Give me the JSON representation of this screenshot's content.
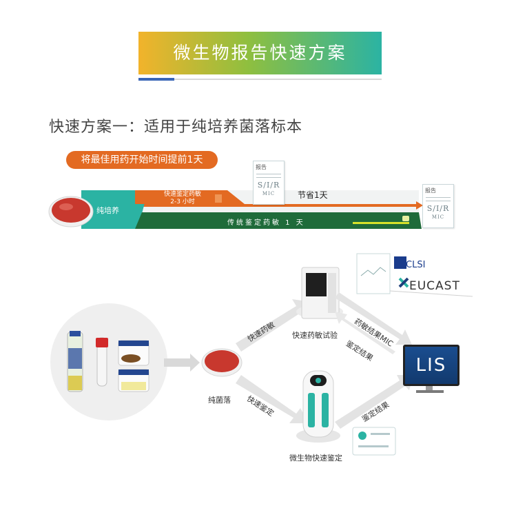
{
  "banner": {
    "title": "微生物报告快速方案"
  },
  "section": {
    "title": "快速方案一：适用于纯培养菌落标本"
  },
  "timeline": {
    "pill_label": "将最佳用药开始时间提前1天",
    "report_header": "报告",
    "report_sir": "S/I/R",
    "report_mic": "MIC",
    "fast_line1": "快速鉴定药敏",
    "fast_line2": "2-3 小时",
    "pure_culture": "纯培养",
    "save_label": "节省1天",
    "traditional_label": "传统鉴定药敏 1 天"
  },
  "flow": {
    "fast_ast_arrow": "快速药敏",
    "fast_ast_device": "快速药敏试验",
    "pure_colony": "纯菌落",
    "fast_id_arrow": "快速鉴定",
    "micro_id_device": "微生物快速鉴定",
    "ast_result": "药敏结果MIC",
    "id_result_top": "鉴定结果",
    "id_result_bottom": "鉴定结果",
    "lis": "LIS",
    "clsi": "CLSI",
    "eucast": "EUCAST"
  },
  "colors": {
    "orange": "#e36a22",
    "green_dark": "#1f6b3a",
    "teal": "#2bb3a3",
    "banner_gold": "#f2b32b",
    "blue": "#3a66b8"
  }
}
